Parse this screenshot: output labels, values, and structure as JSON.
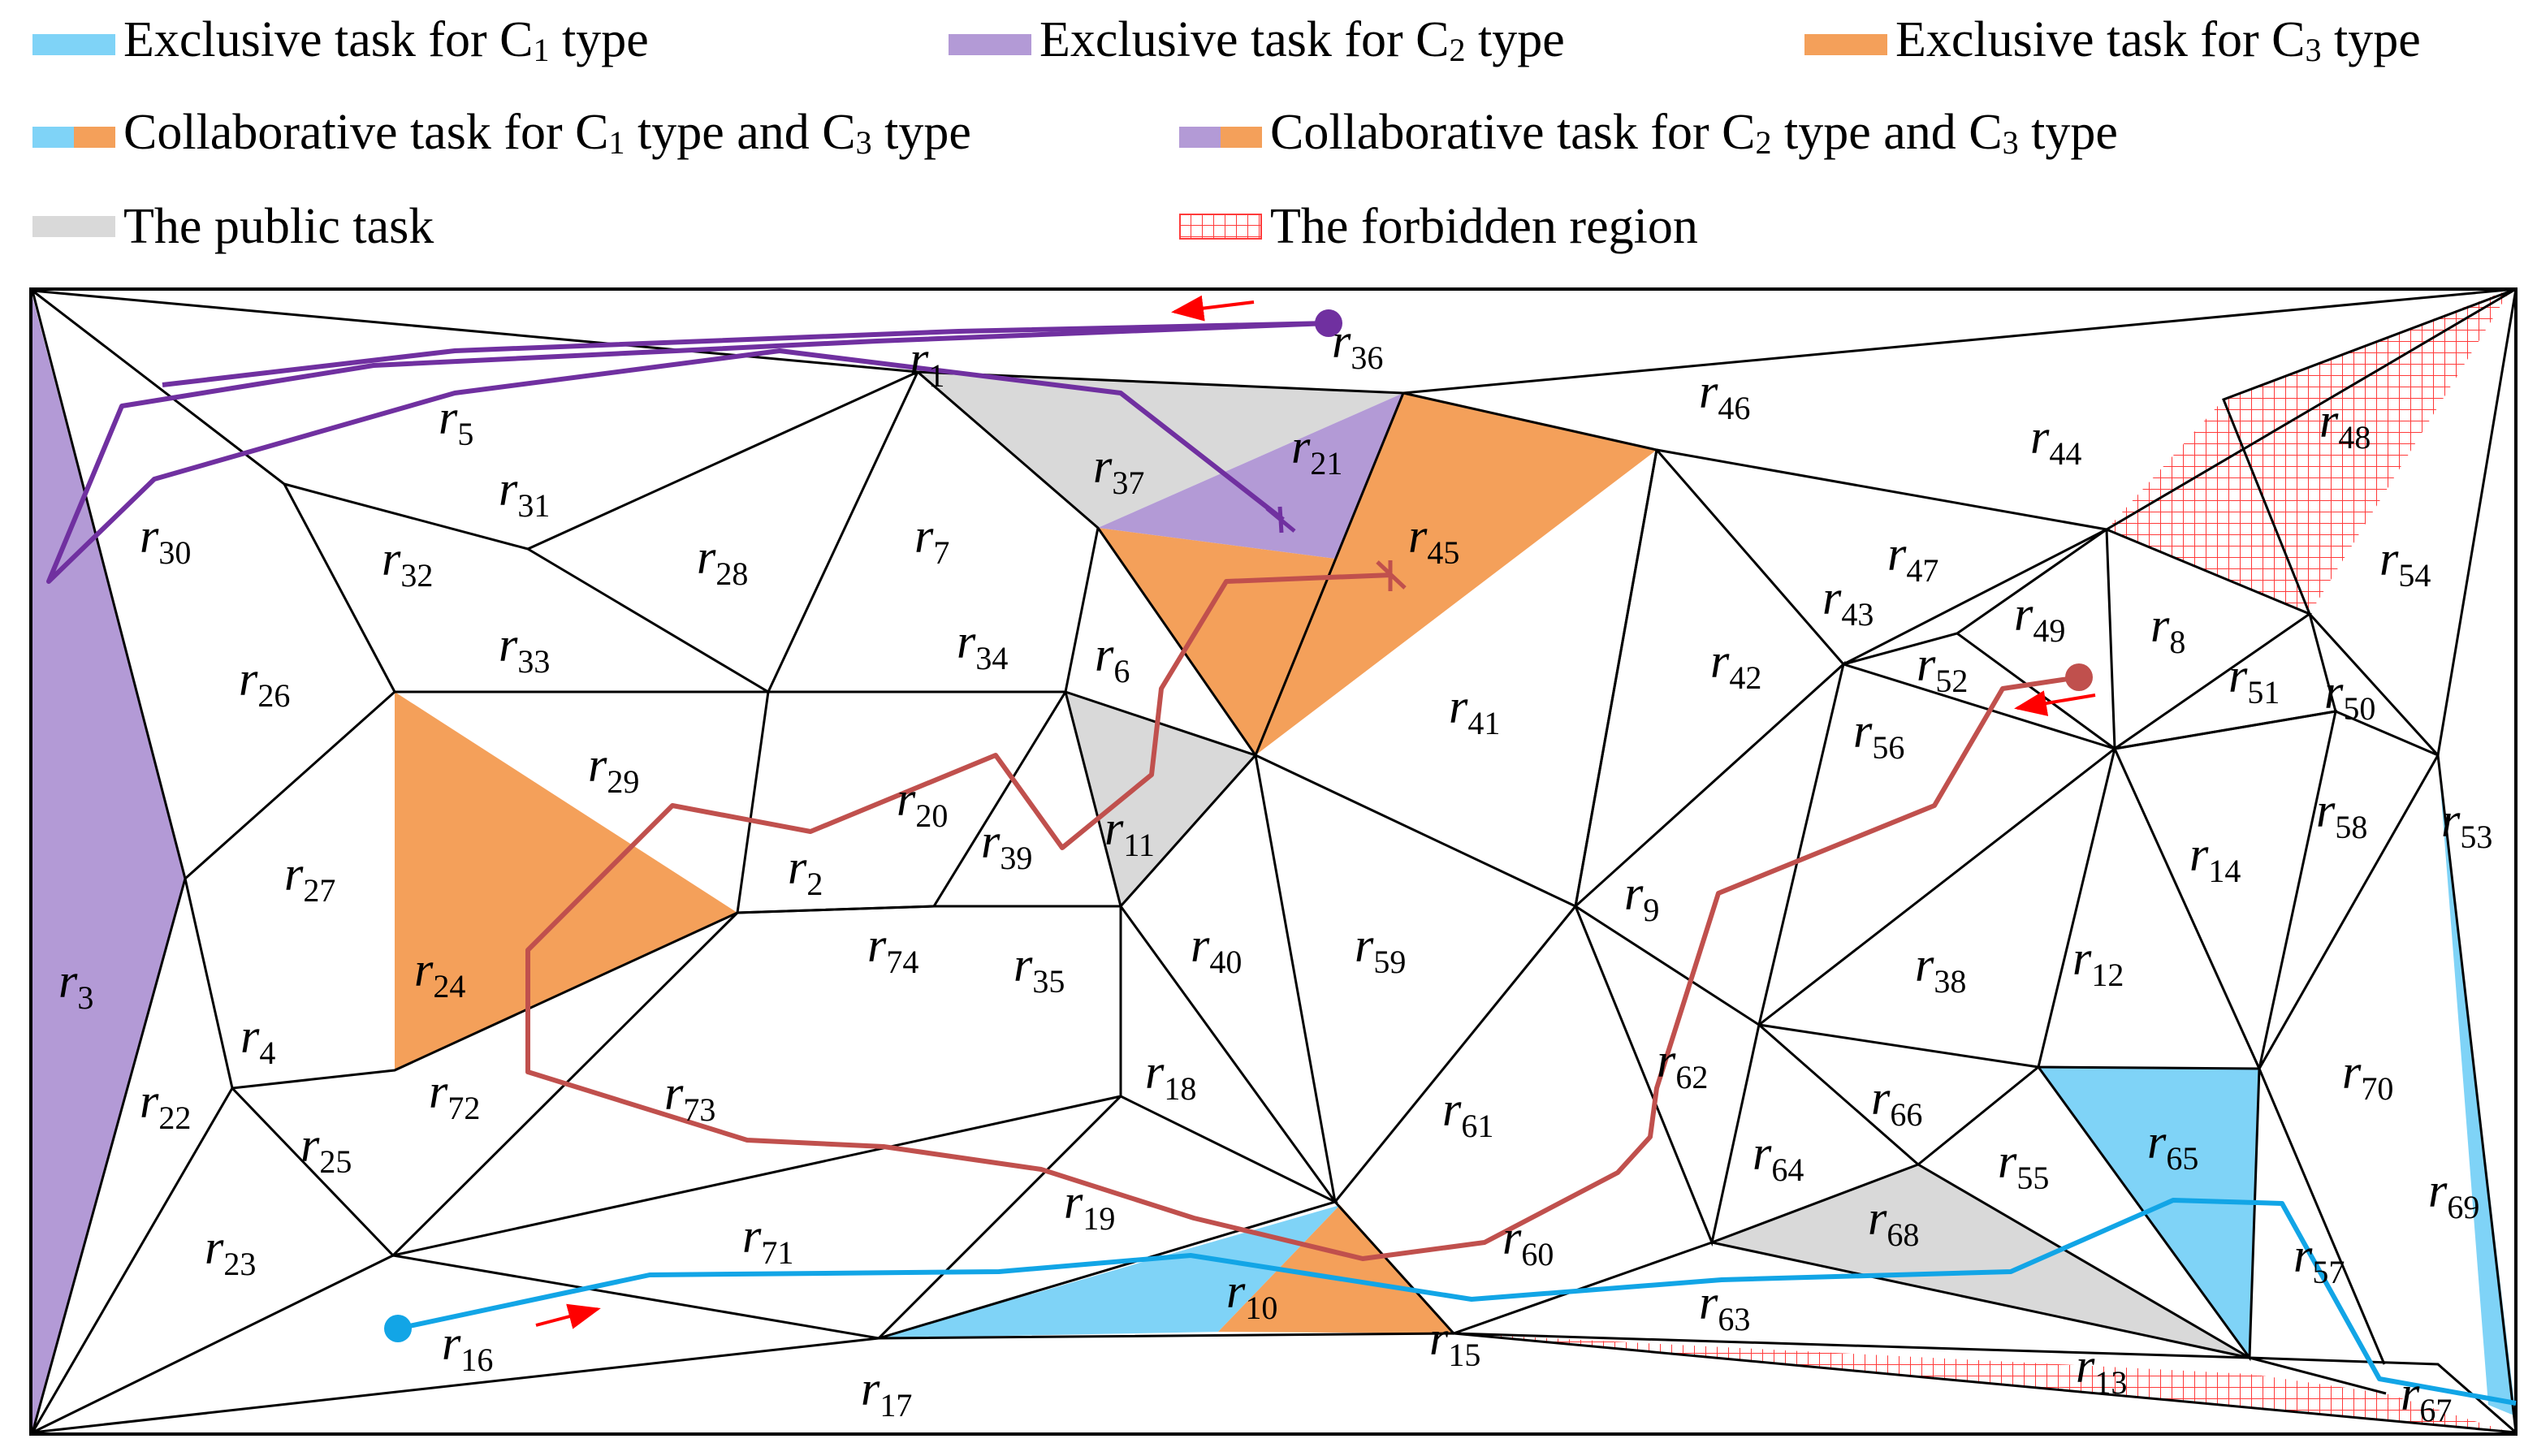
{
  "legend": {
    "c1_exclusive": {
      "pre": "Exclusive task for C",
      "sub": "1",
      "post": " type",
      "color": "#7fd3f7"
    },
    "c2_exclusive": {
      "pre": "Exclusive task for C",
      "sub": "2",
      "post": " type",
      "color": "#b39ad6"
    },
    "c3_exclusive": {
      "pre": "Exclusive task for C",
      "sub": "3",
      "post": " type",
      "color": "#f4a05a"
    },
    "c1c3_collab": {
      "pre": "Collaborative task for C",
      "sub1": "1",
      "mid": " type and C",
      "sub2": "3",
      "post": " type"
    },
    "c2c3_collab": {
      "pre": "Collaborative task for C",
      "sub1": "2",
      "mid": " type and C",
      "sub2": "3",
      "post": " type"
    },
    "public": {
      "text": "The public task",
      "color": "#d9d9d9"
    },
    "forbidden": {
      "text": "The forbidden region",
      "color": "#ff3b3b"
    }
  },
  "colors": {
    "c1": "#7fd3f7",
    "c2": "#b39ad6",
    "c3": "#f4a05a",
    "public": "#d9d9d9",
    "path_c1": "#12a5e6",
    "path_c2": "#7030a0",
    "path_c3": "#c0504d",
    "arrow": "#ff0000"
  },
  "regions": [
    {
      "id": "1"
    },
    {
      "id": "2"
    },
    {
      "id": "3"
    },
    {
      "id": "4"
    },
    {
      "id": "5"
    },
    {
      "id": "6"
    },
    {
      "id": "7"
    },
    {
      "id": "8"
    },
    {
      "id": "9"
    },
    {
      "id": "10"
    },
    {
      "id": "11"
    },
    {
      "id": "12"
    },
    {
      "id": "13"
    },
    {
      "id": "14"
    },
    {
      "id": "15"
    },
    {
      "id": "16"
    },
    {
      "id": "17"
    },
    {
      "id": "18"
    },
    {
      "id": "19"
    },
    {
      "id": "20"
    },
    {
      "id": "21"
    },
    {
      "id": "22"
    },
    {
      "id": "23"
    },
    {
      "id": "24"
    },
    {
      "id": "25"
    },
    {
      "id": "26"
    },
    {
      "id": "27"
    },
    {
      "id": "28"
    },
    {
      "id": "29"
    },
    {
      "id": "30"
    },
    {
      "id": "31"
    },
    {
      "id": "32"
    },
    {
      "id": "33"
    },
    {
      "id": "34"
    },
    {
      "id": "35"
    },
    {
      "id": "36"
    },
    {
      "id": "37"
    },
    {
      "id": "38"
    },
    {
      "id": "39"
    },
    {
      "id": "40"
    },
    {
      "id": "41"
    },
    {
      "id": "42"
    },
    {
      "id": "43"
    },
    {
      "id": "44"
    },
    {
      "id": "45"
    },
    {
      "id": "46"
    },
    {
      "id": "47"
    },
    {
      "id": "48"
    },
    {
      "id": "49"
    },
    {
      "id": "50"
    },
    {
      "id": "51"
    },
    {
      "id": "52"
    },
    {
      "id": "53"
    },
    {
      "id": "54"
    },
    {
      "id": "55"
    },
    {
      "id": "56"
    },
    {
      "id": "57"
    },
    {
      "id": "58"
    },
    {
      "id": "59"
    },
    {
      "id": "60"
    },
    {
      "id": "61"
    },
    {
      "id": "62"
    },
    {
      "id": "63"
    },
    {
      "id": "64"
    },
    {
      "id": "65"
    },
    {
      "id": "66"
    },
    {
      "id": "67"
    },
    {
      "id": "68"
    },
    {
      "id": "69"
    },
    {
      "id": "70"
    },
    {
      "id": "71"
    },
    {
      "id": "72"
    },
    {
      "id": "73"
    },
    {
      "id": "74"
    }
  ],
  "region_letter": "r"
}
